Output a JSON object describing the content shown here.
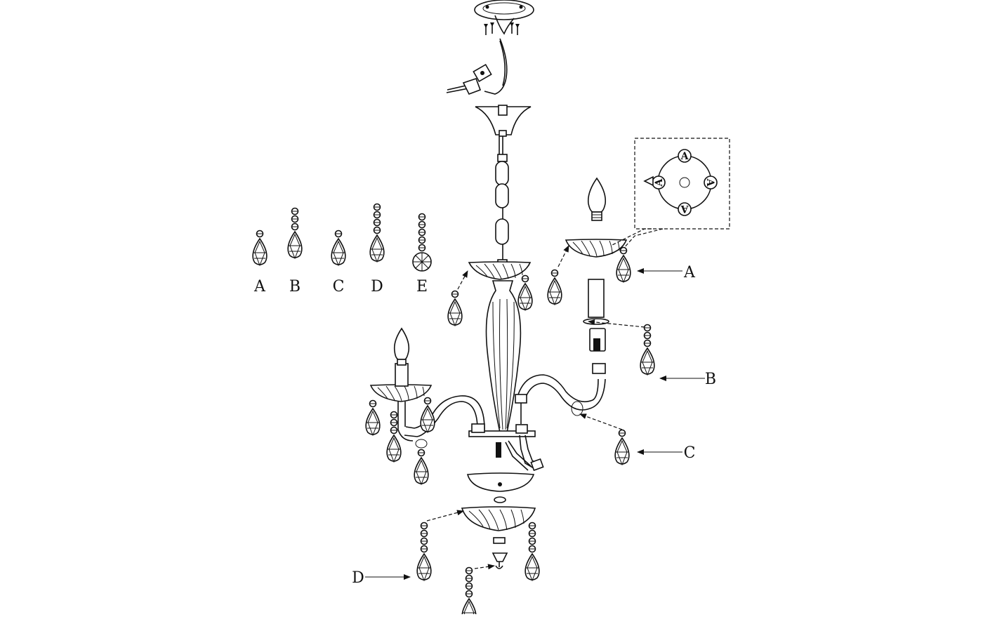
{
  "diagram": {
    "legend": [
      {
        "letter": "A",
        "type": "drop",
        "beads": 1
      },
      {
        "letter": "B",
        "type": "drop",
        "beads": 3
      },
      {
        "letter": "C",
        "type": "drop",
        "beads": 1
      },
      {
        "letter": "D",
        "type": "drop",
        "beads": 4
      },
      {
        "letter": "E",
        "type": "ball",
        "beads": 5
      }
    ],
    "callouts": [
      {
        "letter": "A"
      },
      {
        "letter": "B"
      },
      {
        "letter": "C"
      },
      {
        "letter": "D"
      }
    ],
    "inset_marks": [
      "A",
      "A",
      "A",
      "A"
    ]
  },
  "colors": {
    "line": "#111111",
    "background": "#ffffff"
  }
}
